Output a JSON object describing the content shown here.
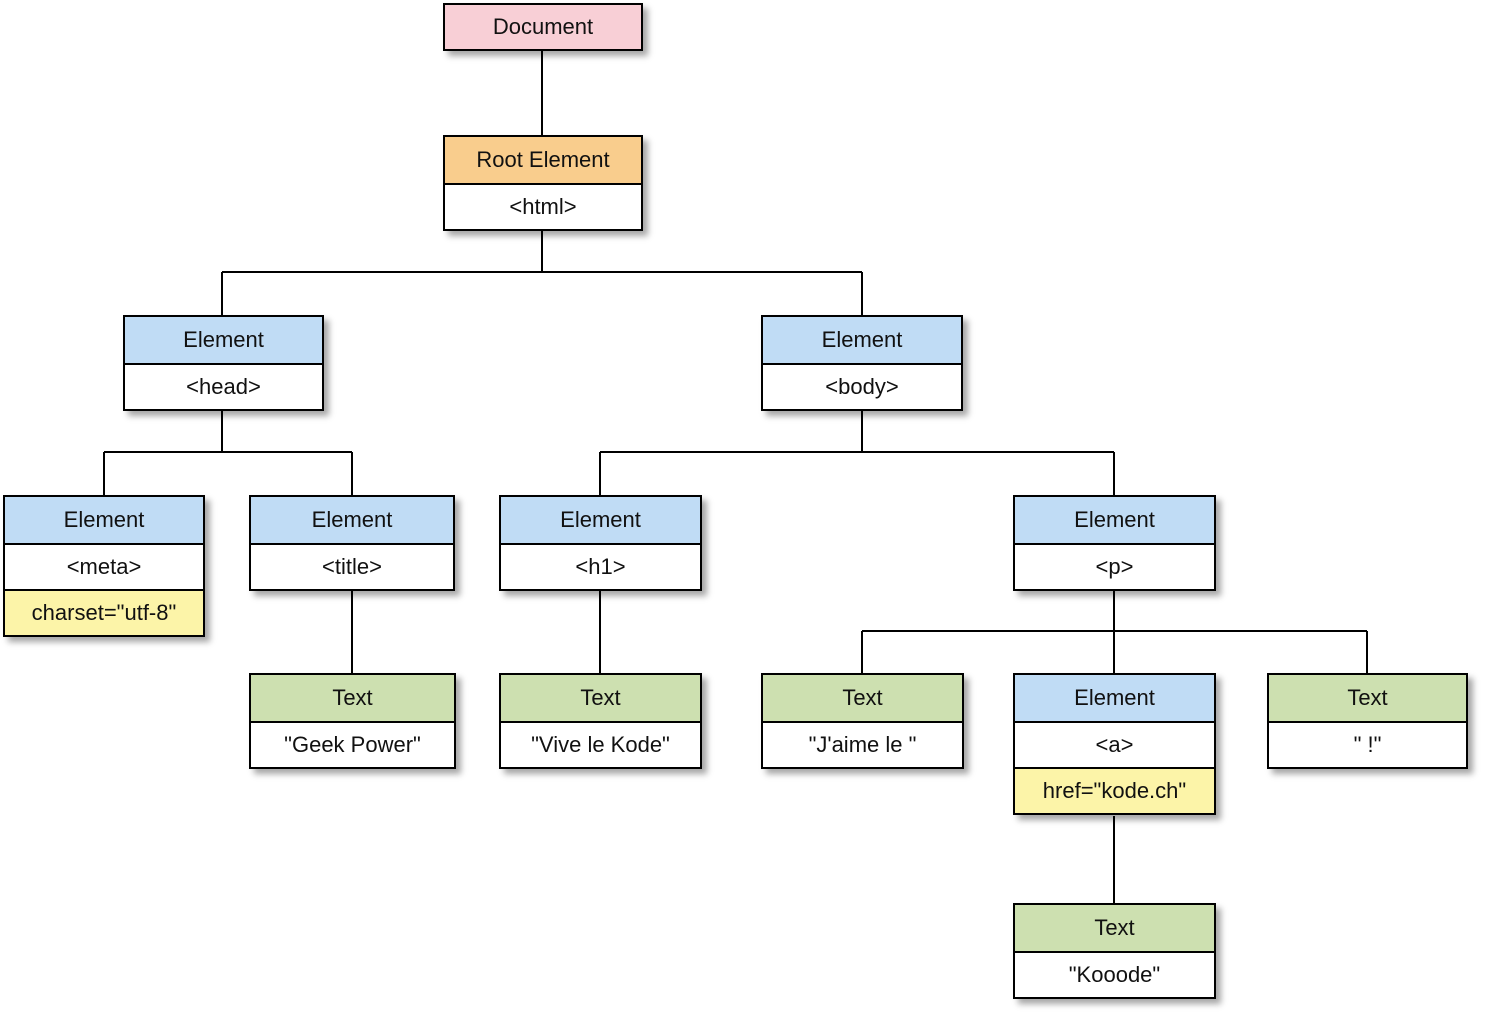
{
  "colors": {
    "document": "#f8cfd6",
    "root": "#f9cd8d",
    "element": "#c0dcf5",
    "text": "#cde0b0",
    "attribute": "#fcf4a8",
    "value": "#ffffff",
    "line": "#000000"
  },
  "nodes": {
    "document": {
      "type": "Document"
    },
    "html": {
      "type": "Root Element",
      "value": "<html>"
    },
    "head": {
      "type": "Element",
      "value": "<head>"
    },
    "body": {
      "type": "Element",
      "value": "<body>"
    },
    "meta": {
      "type": "Element",
      "value": "<meta>",
      "attr": "charset=\"utf-8\""
    },
    "title": {
      "type": "Element",
      "value": "<title>"
    },
    "h1": {
      "type": "Element",
      "value": "<h1>"
    },
    "p": {
      "type": "Element",
      "value": "<p>"
    },
    "title_text": {
      "type": "Text",
      "value": "\"Geek Power\""
    },
    "h1_text": {
      "type": "Text",
      "value": "\"Vive le Kode\""
    },
    "p_text1": {
      "type": "Text",
      "value": "\"J'aime le \""
    },
    "a": {
      "type": "Element",
      "value": "<a>",
      "attr": "href=\"kode.ch\""
    },
    "p_text2": {
      "type": "Text",
      "value": "\" !\""
    },
    "a_text": {
      "type": "Text",
      "value": "\"Kooode\""
    }
  }
}
